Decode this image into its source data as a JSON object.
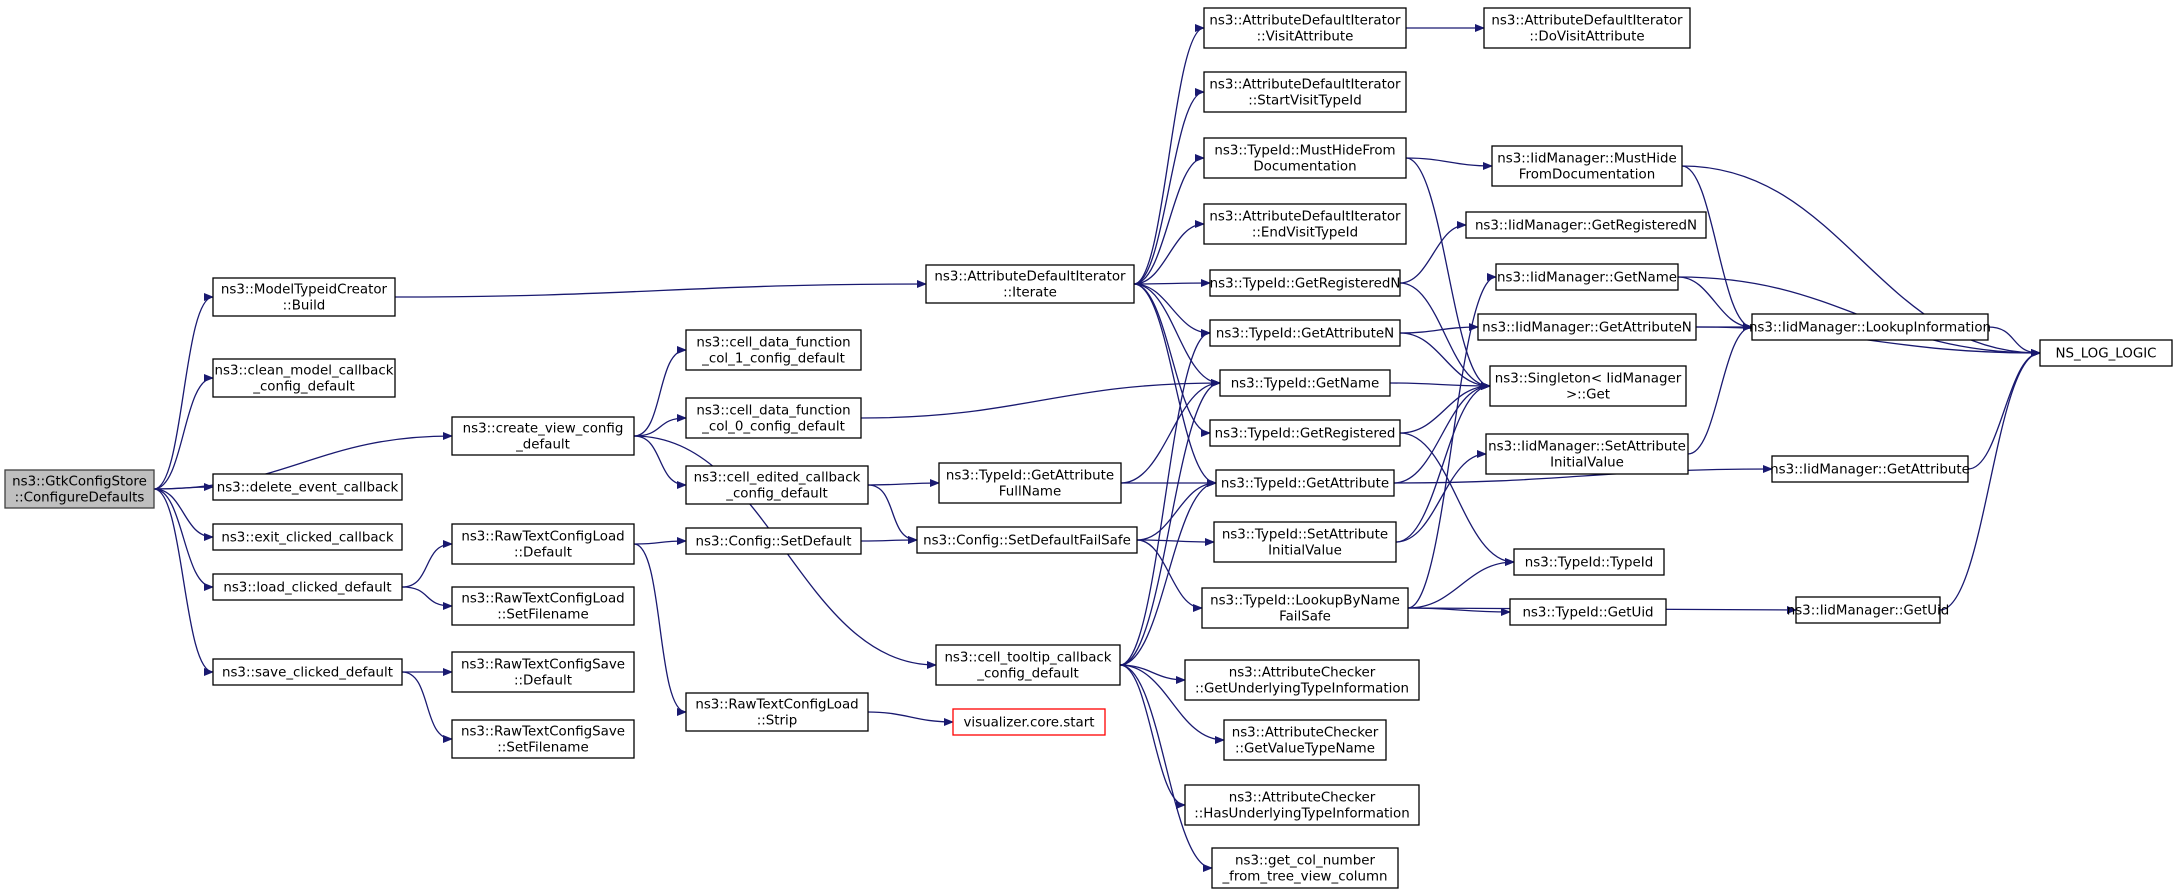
{
  "nodes": [
    {
      "id": "n0",
      "lines": [
        "ns3::GtkConfigStore",
        "::ConfigureDefaults"
      ],
      "style": "root"
    },
    {
      "id": "n1",
      "lines": [
        "ns3::ModelTypeidCreator",
        "::Build"
      ]
    },
    {
      "id": "n2",
      "lines": [
        "ns3::clean_model_callback",
        "_config_default"
      ]
    },
    {
      "id": "n3",
      "lines": [
        "ns3::create_view_config",
        "_default"
      ]
    },
    {
      "id": "n4",
      "lines": [
        "ns3::delete_event_callback"
      ]
    },
    {
      "id": "n5",
      "lines": [
        "ns3::exit_clicked_callback"
      ]
    },
    {
      "id": "n6",
      "lines": [
        "ns3::load_clicked_default"
      ]
    },
    {
      "id": "n7",
      "lines": [
        "ns3::save_clicked_default"
      ]
    },
    {
      "id": "n8",
      "lines": [
        "ns3::AttributeDefaultIterator",
        "::Iterate"
      ]
    },
    {
      "id": "n9",
      "lines": [
        "ns3::cell_data_function",
        "_col_1_config_default"
      ]
    },
    {
      "id": "n10",
      "lines": [
        "ns3::cell_data_function",
        "_col_0_config_default"
      ]
    },
    {
      "id": "n11",
      "lines": [
        "ns3::cell_edited_callback",
        "_config_default"
      ]
    },
    {
      "id": "n12",
      "lines": [
        "ns3::cell_tooltip_callback",
        "_config_default"
      ]
    },
    {
      "id": "n13",
      "lines": [
        "ns3::RawTextConfigLoad",
        "::Default"
      ]
    },
    {
      "id": "n14",
      "lines": [
        "ns3::RawTextConfigLoad",
        "::SetFilename"
      ]
    },
    {
      "id": "n15",
      "lines": [
        "ns3::RawTextConfigSave",
        "::Default"
      ]
    },
    {
      "id": "n16",
      "lines": [
        "ns3::RawTextConfigSave",
        "::SetFilename"
      ]
    },
    {
      "id": "n17",
      "lines": [
        "ns3::Config::SetDefault"
      ]
    },
    {
      "id": "n18",
      "lines": [
        "ns3::RawTextConfigLoad",
        "::Strip"
      ]
    },
    {
      "id": "n19",
      "lines": [
        "visualizer.core.start"
      ],
      "style": "ext"
    },
    {
      "id": "n20",
      "lines": [
        "ns3::TypeId::GetAttribute",
        "FullName"
      ]
    },
    {
      "id": "n21",
      "lines": [
        "ns3::Config::SetDefaultFailSafe"
      ]
    },
    {
      "id": "n22",
      "lines": [
        "ns3::AttributeDefaultIterator",
        "::VisitAttribute"
      ]
    },
    {
      "id": "n23",
      "lines": [
        "ns3::AttributeDefaultIterator",
        "::StartVisitTypeId"
      ]
    },
    {
      "id": "n24",
      "lines": [
        "ns3::TypeId::MustHideFrom",
        "Documentation"
      ]
    },
    {
      "id": "n25",
      "lines": [
        "ns3::AttributeDefaultIterator",
        "::EndVisitTypeId"
      ]
    },
    {
      "id": "n26",
      "lines": [
        "ns3::TypeId::GetRegisteredN"
      ]
    },
    {
      "id": "n27",
      "lines": [
        "ns3::TypeId::GetAttributeN"
      ]
    },
    {
      "id": "n28",
      "lines": [
        "ns3::TypeId::GetName"
      ]
    },
    {
      "id": "n29",
      "lines": [
        "ns3::TypeId::GetRegistered"
      ]
    },
    {
      "id": "n30",
      "lines": [
        "ns3::TypeId::GetAttribute"
      ]
    },
    {
      "id": "n31",
      "lines": [
        "ns3::TypeId::SetAttribute",
        "InitialValue"
      ]
    },
    {
      "id": "n32",
      "lines": [
        "ns3::TypeId::LookupByName",
        "FailSafe"
      ]
    },
    {
      "id": "n33",
      "lines": [
        "ns3::AttributeChecker",
        "::GetUnderlyingTypeInformation"
      ]
    },
    {
      "id": "n34",
      "lines": [
        "ns3::AttributeChecker",
        "::GetValueTypeName"
      ]
    },
    {
      "id": "n35",
      "lines": [
        "ns3::AttributeChecker",
        "::HasUnderlyingTypeInformation"
      ]
    },
    {
      "id": "n36",
      "lines": [
        "ns3::get_col_number",
        "_from_tree_view_column"
      ]
    },
    {
      "id": "n37",
      "lines": [
        "ns3::AttributeDefaultIterator",
        "::DoVisitAttribute"
      ]
    },
    {
      "id": "n38",
      "lines": [
        "ns3::IidManager::MustHide",
        "FromDocumentation"
      ]
    },
    {
      "id": "n39",
      "lines": [
        "ns3::IidManager::GetRegisteredN"
      ]
    },
    {
      "id": "n40",
      "lines": [
        "ns3::IidManager::GetName"
      ]
    },
    {
      "id": "n41",
      "lines": [
        "ns3::IidManager::GetAttributeN"
      ]
    },
    {
      "id": "n42",
      "lines": [
        "ns3::Singleton< IidManager",
        ">::Get"
      ]
    },
    {
      "id": "n43",
      "lines": [
        "ns3::IidManager::SetAttribute",
        "InitialValue"
      ]
    },
    {
      "id": "n44",
      "lines": [
        "ns3::TypeId::TypeId"
      ]
    },
    {
      "id": "n45",
      "lines": [
        "ns3::TypeId::GetUid"
      ]
    },
    {
      "id": "n46",
      "lines": [
        "ns3::IidManager::LookupInformation"
      ]
    },
    {
      "id": "n47",
      "lines": [
        "ns3::IidManager::GetAttribute"
      ]
    },
    {
      "id": "n48",
      "lines": [
        "ns3::IidManager::GetUid"
      ]
    },
    {
      "id": "n49",
      "lines": [
        "NS_LOG_LOGIC"
      ]
    }
  ],
  "edges": [
    [
      "n0",
      "n1"
    ],
    [
      "n0",
      "n2"
    ],
    [
      "n0",
      "n3"
    ],
    [
      "n0",
      "n4"
    ],
    [
      "n0",
      "n5"
    ],
    [
      "n0",
      "n6"
    ],
    [
      "n0",
      "n7"
    ],
    [
      "n1",
      "n8"
    ],
    [
      "n3",
      "n9"
    ],
    [
      "n3",
      "n10"
    ],
    [
      "n3",
      "n11"
    ],
    [
      "n3",
      "n12"
    ],
    [
      "n6",
      "n13"
    ],
    [
      "n6",
      "n14"
    ],
    [
      "n7",
      "n15"
    ],
    [
      "n7",
      "n16"
    ],
    [
      "n13",
      "n17"
    ],
    [
      "n13",
      "n18"
    ],
    [
      "n18",
      "n19"
    ],
    [
      "n10",
      "n28"
    ],
    [
      "n11",
      "n20"
    ],
    [
      "n11",
      "n21"
    ],
    [
      "n17",
      "n21"
    ],
    [
      "n8",
      "n22"
    ],
    [
      "n8",
      "n23"
    ],
    [
      "n8",
      "n24"
    ],
    [
      "n8",
      "n25"
    ],
    [
      "n8",
      "n26"
    ],
    [
      "n8",
      "n27"
    ],
    [
      "n8",
      "n28"
    ],
    [
      "n8",
      "n29"
    ],
    [
      "n8",
      "n30"
    ],
    [
      "n12",
      "n27"
    ],
    [
      "n12",
      "n28"
    ],
    [
      "n12",
      "n30"
    ],
    [
      "n12",
      "n33"
    ],
    [
      "n12",
      "n34"
    ],
    [
      "n12",
      "n35"
    ],
    [
      "n12",
      "n36"
    ],
    [
      "n20",
      "n28"
    ],
    [
      "n20",
      "n30"
    ],
    [
      "n21",
      "n30"
    ],
    [
      "n21",
      "n31"
    ],
    [
      "n21",
      "n32"
    ],
    [
      "n22",
      "n37"
    ],
    [
      "n24",
      "n38"
    ],
    [
      "n24",
      "n42"
    ],
    [
      "n26",
      "n39"
    ],
    [
      "n26",
      "n42"
    ],
    [
      "n27",
      "n41"
    ],
    [
      "n27",
      "n42"
    ],
    [
      "n28",
      "n42"
    ],
    [
      "n29",
      "n42"
    ],
    [
      "n29",
      "n44"
    ],
    [
      "n30",
      "n42"
    ],
    [
      "n30",
      "n47"
    ],
    [
      "n31",
      "n43"
    ],
    [
      "n31",
      "n42"
    ],
    [
      "n32",
      "n40"
    ],
    [
      "n32",
      "n44"
    ],
    [
      "n32",
      "n45"
    ],
    [
      "n32",
      "n48"
    ],
    [
      "n38",
      "n46"
    ],
    [
      "n38",
      "n49"
    ],
    [
      "n40",
      "n46"
    ],
    [
      "n40",
      "n49"
    ],
    [
      "n41",
      "n46"
    ],
    [
      "n41",
      "n49"
    ],
    [
      "n43",
      "n46"
    ],
    [
      "n46",
      "n49"
    ],
    [
      "n47",
      "n49"
    ],
    [
      "n48",
      "n49"
    ]
  ]
}
